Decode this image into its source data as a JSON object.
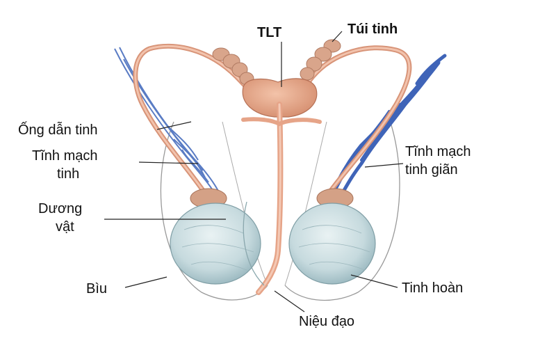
{
  "labels": {
    "prostate": "TLT",
    "seminal_vesicle": "Túi tinh",
    "vas_deferens": "Ống dẫn tinh",
    "spermatic_vein_line1": "Tĩnh mạch",
    "spermatic_vein_line2": "tinh",
    "penis_line1": "Dương",
    "penis_line2": "vật",
    "scrotum": "Bìu",
    "urethra": "Niệu đạo",
    "varicocele_line1": "Tĩnh mạch",
    "varicocele_line2": "tinh giãn",
    "testis": "Tinh hoàn"
  },
  "colors": {
    "skin": "#e8a98e",
    "skin_dark": "#c98466",
    "testis_fill": "#cfe0e4",
    "vein_blue": "#3f64b8",
    "leader": "#222222"
  }
}
